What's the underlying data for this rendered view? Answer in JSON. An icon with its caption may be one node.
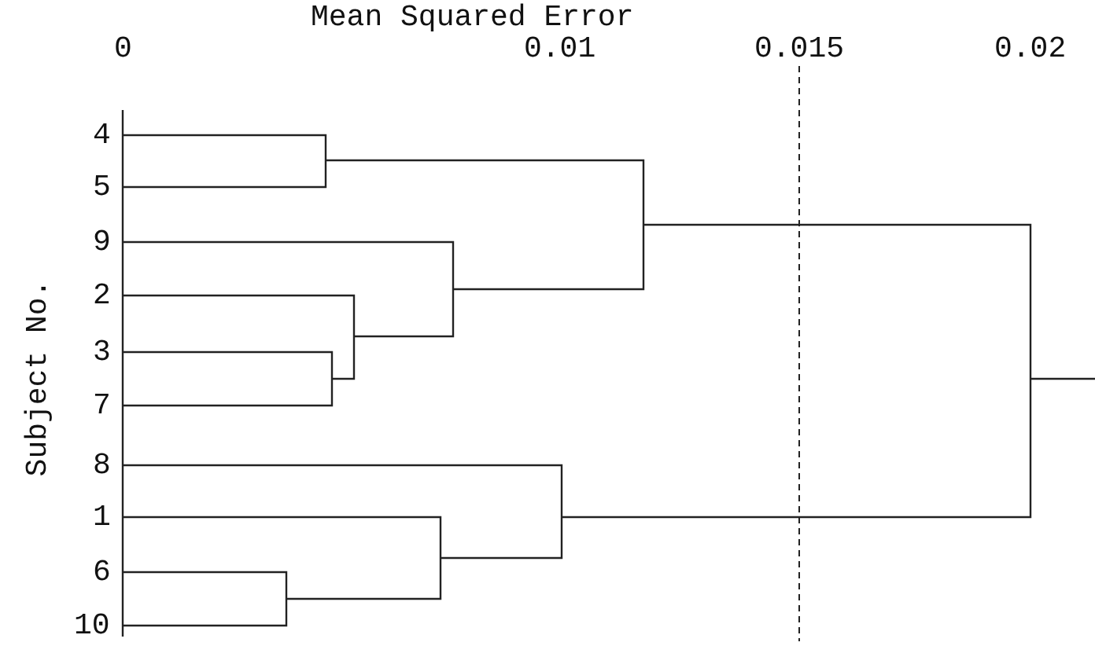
{
  "diagram": {
    "labels": [
      "Mean Squared Error",
      "0",
      "0.01",
      "0.015",
      "0.02",
      "Subject No.",
      "4",
      "5",
      "9",
      "2",
      "3",
      "7",
      "8",
      "1",
      "6",
      "10"
    ]
  }
}
